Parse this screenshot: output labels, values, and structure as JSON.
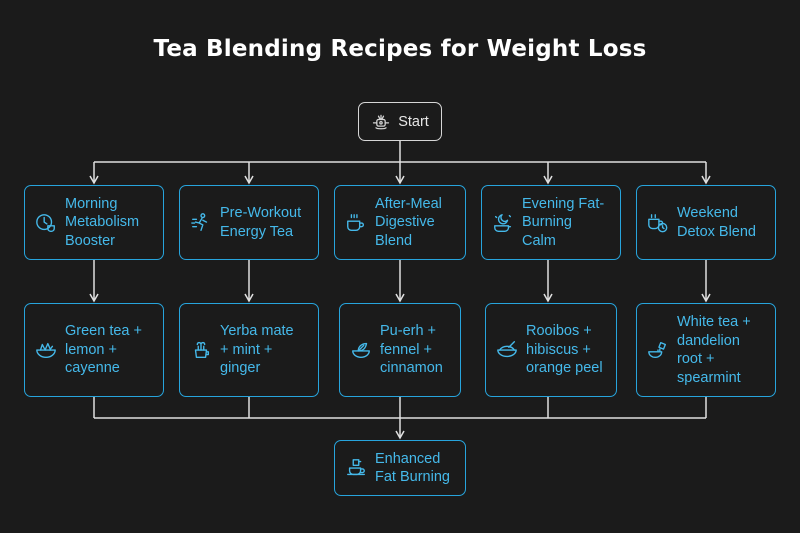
{
  "title": "Tea Blending Recipes for Weight Loss",
  "start": {
    "label": "Start",
    "icon": "process-gear-icon"
  },
  "colors": {
    "accent": "#27a4dc",
    "start_border": "#d6d6d6",
    "background": "#1b1b1b",
    "lines": "#e0e0e0"
  },
  "recipes": [
    {
      "name": "Morning\nMetabolism\nBooster",
      "name_icon": "clock-cup-icon",
      "ingredients": "Green tea +\nlemon +\ncayenne",
      "ingredients_icon": "salad-bowl-icon"
    },
    {
      "name": "Pre-Workout\nEnergy Tea",
      "name_icon": "runner-icon",
      "ingredients": "Yerba mate\n+ mint +\nginger",
      "ingredients_icon": "herb-cup-icon"
    },
    {
      "name": "After-Meal\nDigestive\nBlend",
      "name_icon": "steaming-cup-icon",
      "ingredients": "Pu-erh +\nfennel +\ncinnamon",
      "ingredients_icon": "leaf-bowl-icon"
    },
    {
      "name": "Evening Fat-\nBurning\nCalm",
      "name_icon": "night-cup-icon",
      "ingredients": "Rooibos +\nhibiscus +\norange peel",
      "ingredients_icon": "soup-bowl-icon"
    },
    {
      "name": "Weekend\nDetox Blend",
      "name_icon": "calendar-cup-icon",
      "ingredients": "White tea +\ndandelion\nroot +\nspearmint",
      "ingredients_icon": "pouring-bowl-icon"
    }
  ],
  "end": {
    "label": "Enhanced\nFat Burning",
    "icon": "cup-stack-icon"
  }
}
